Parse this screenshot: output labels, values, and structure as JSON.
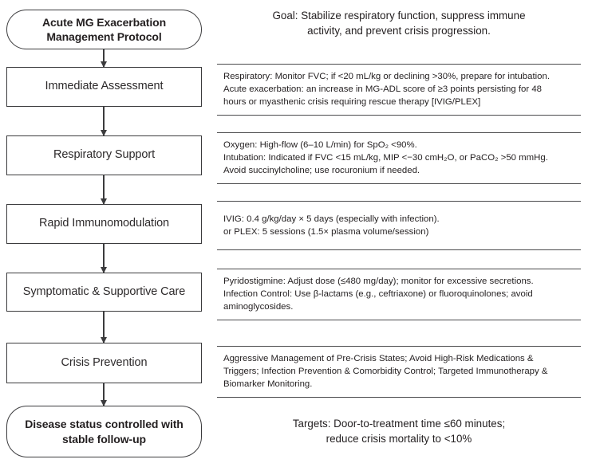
{
  "diagram": {
    "title": "Acute MG Exacerbation Management Protocol",
    "goal_banner": "Goal: Stabilize respiratory function, suppress immune\nactivity, and prevent crisis progression.",
    "targets_banner": "Targets: Door-to-treatment time ≤60 minutes;\nreduce crisis mortality to <10%",
    "colors": {
      "border": "#3b3b3d",
      "rule": "#4a4a4c",
      "text": "#231f20",
      "background": "#ffffff"
    },
    "nodes": [
      {
        "id": "start",
        "shape": "rounded",
        "label": "Acute MG Exacerbation\nManagement Protocol"
      },
      {
        "id": "immediate-assessment",
        "shape": "rect",
        "label": "Immediate Assessment"
      },
      {
        "id": "respiratory-support",
        "shape": "rect",
        "label": "Respiratory Support"
      },
      {
        "id": "rapid-immunomodulation",
        "shape": "rect",
        "label": "Rapid Immunomodulation"
      },
      {
        "id": "symptomatic-supportive-care",
        "shape": "rect",
        "label": "Symptomatic & Supportive Care"
      },
      {
        "id": "crisis-prevention",
        "shape": "rect",
        "label": "Crisis Prevention"
      },
      {
        "id": "end",
        "shape": "rounded",
        "label": "Disease status controlled with\nstable follow-up"
      }
    ],
    "notes": [
      {
        "id": "note-immediate-assessment",
        "text": "Respiratory: Monitor FVC; if <20 mL/kg or declining >30%, prepare for intubation.\nAcute exacerbation: an increase in MG-ADL score of ≥3 points persisting for 48\nhours or myasthenic crisis requiring rescue therapy [IVIG/PLEX]"
      },
      {
        "id": "note-respiratory-support",
        "text": "Oxygen: High-flow (6–10 L/min) for SpO₂ <90%.\nIntubation: Indicated if FVC <15 mL/kg, MIP <−30 cmH₂O, or PaCO₂ >50 mmHg.\nAvoid succinylcholine; use rocuronium if needed."
      },
      {
        "id": "note-rapid-immunomodulation",
        "text": "IVIG: 0.4 g/kg/day × 5 days (especially with infection).\nor PLEX: 5 sessions (1.5× plasma volume/session)"
      },
      {
        "id": "note-symptomatic-supportive-care",
        "text": "Pyridostigmine: Adjust dose (≤480 mg/day); monitor for excessive secretions.\nInfection Control: Use β-lactams (e.g., ceftriaxone) or fluoroquinolones; avoid\naminoglycosides."
      },
      {
        "id": "note-crisis-prevention",
        "text": "Aggressive Management of Pre-Crisis States; Avoid High-Risk Medications &\nTriggers; Infection Prevention & Comorbidity Control; Targeted Immunotherapy &\nBiomarker Monitoring."
      }
    ]
  }
}
